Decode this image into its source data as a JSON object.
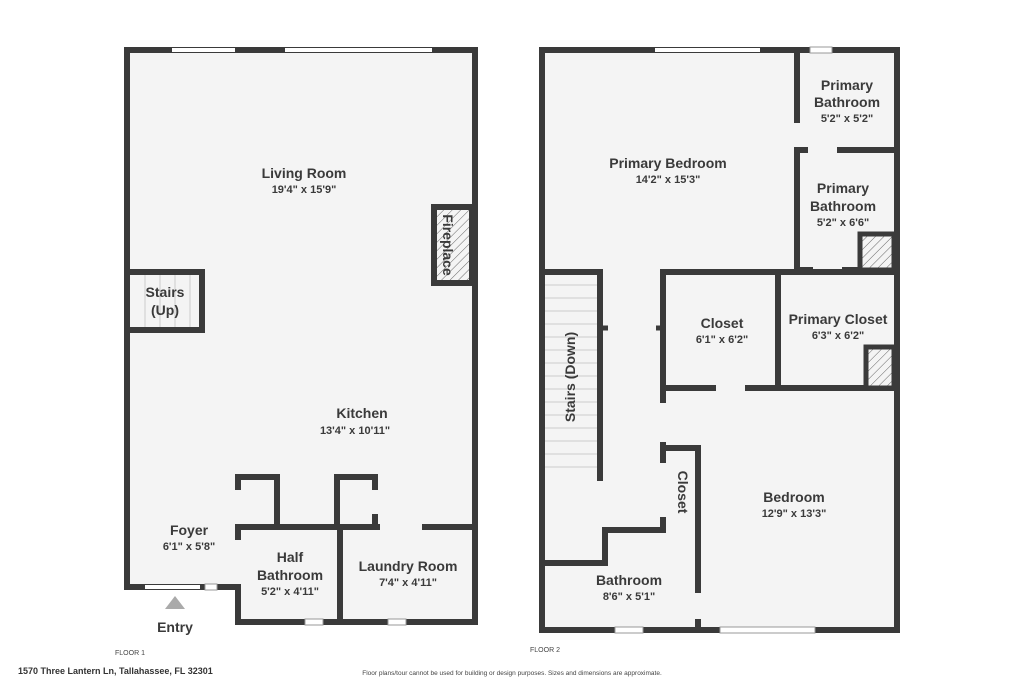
{
  "floor1": {
    "label": "FLOOR 1",
    "rooms": [
      {
        "name": "Living Room",
        "dims": "19'4\" x 15'9\""
      },
      {
        "name": "Kitchen",
        "dims": "13'4\" x 10'11\""
      },
      {
        "name": "Foyer",
        "dims": "6'1\" x 5'8\""
      },
      {
        "name": "Half",
        "name2": "Bathroom",
        "dims": "5'2\" x 4'11\""
      },
      {
        "name": "Laundry Room",
        "dims": "7'4\" x 4'11\""
      }
    ],
    "stairs": {
      "line1": "Stairs",
      "line2": "(Up)"
    },
    "fireplace": "Fireplace",
    "entry": "Entry"
  },
  "floor2": {
    "label": "FLOOR 2",
    "rooms": [
      {
        "name": "Primary Bedroom",
        "dims": "14'2\" x 15'3\""
      },
      {
        "name": "Primary",
        "name2": "Bathroom",
        "dims": "5'2\" x 5'2\""
      },
      {
        "name": "Primary",
        "name2": "Bathroom",
        "dims": "5'2\" x 6'6\""
      },
      {
        "name": "Closet",
        "dims": "6'1\" x 6'2\""
      },
      {
        "name": "Primary Closet",
        "dims": "6'3\" x 6'2\""
      },
      {
        "name": "Bedroom",
        "dims": "12'9\" x 13'3\""
      },
      {
        "name": "Bathroom",
        "dims": "8'6\" x 5'1\""
      },
      {
        "name": "Closet"
      }
    ],
    "stairs": "Stairs (Down)"
  },
  "address": "1570 Three Lantern Ln, Tallahassee, FL 32301",
  "disclaimer": "Floor plans/tour cannot be used for building or design purposes. Sizes and dimensions are approximate.",
  "colors": {
    "wall": "#3a3a3a",
    "floor": "#f4f4f4"
  }
}
